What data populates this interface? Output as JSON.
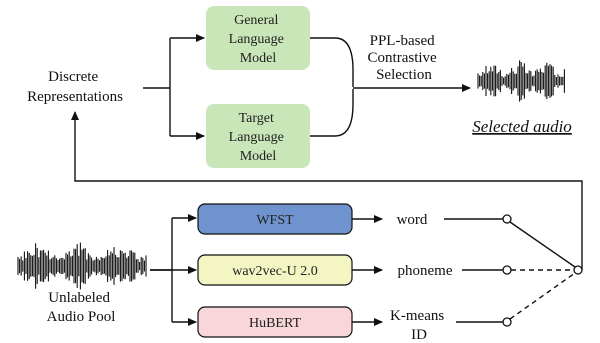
{
  "nodes": {
    "general_lm": {
      "lines": [
        "General",
        "Language",
        "Model"
      ],
      "fill": "#c8e6b8"
    },
    "target_lm": {
      "lines": [
        "Target",
        "Language",
        "Model"
      ],
      "fill": "#c8e6b8"
    },
    "discrete": {
      "lines": [
        "Discrete",
        "Representations"
      ]
    },
    "ppl": {
      "lines": [
        "PPL-based",
        "Contrastive",
        "Selection"
      ]
    },
    "selected_audio": {
      "label": "Selected audio"
    },
    "audio_pool": {
      "lines": [
        "Unlabeled",
        "Audio Pool"
      ]
    },
    "wfst": {
      "label": "WFST",
      "fill": "#6f93cf"
    },
    "wav2vec": {
      "label": "wav2vec-U 2.0",
      "fill": "#f3f6c2"
    },
    "hubert": {
      "label": "HuBERT",
      "fill": "#f9d6d9"
    },
    "word": {
      "label": "word"
    },
    "phoneme": {
      "label": "phoneme"
    },
    "kmeans": {
      "lines": [
        "K-means",
        "ID"
      ]
    }
  },
  "colors": {
    "line": "#111111",
    "lm_fill": "#c8e6b8",
    "wfst_fill": "#6f93cf",
    "wav2vec_fill": "#f3f6c2",
    "hubert_fill": "#f9d6d9"
  },
  "icons": {
    "waveform_selected": "audio-waveform-icon",
    "waveform_pool": "audio-waveform-icon"
  }
}
